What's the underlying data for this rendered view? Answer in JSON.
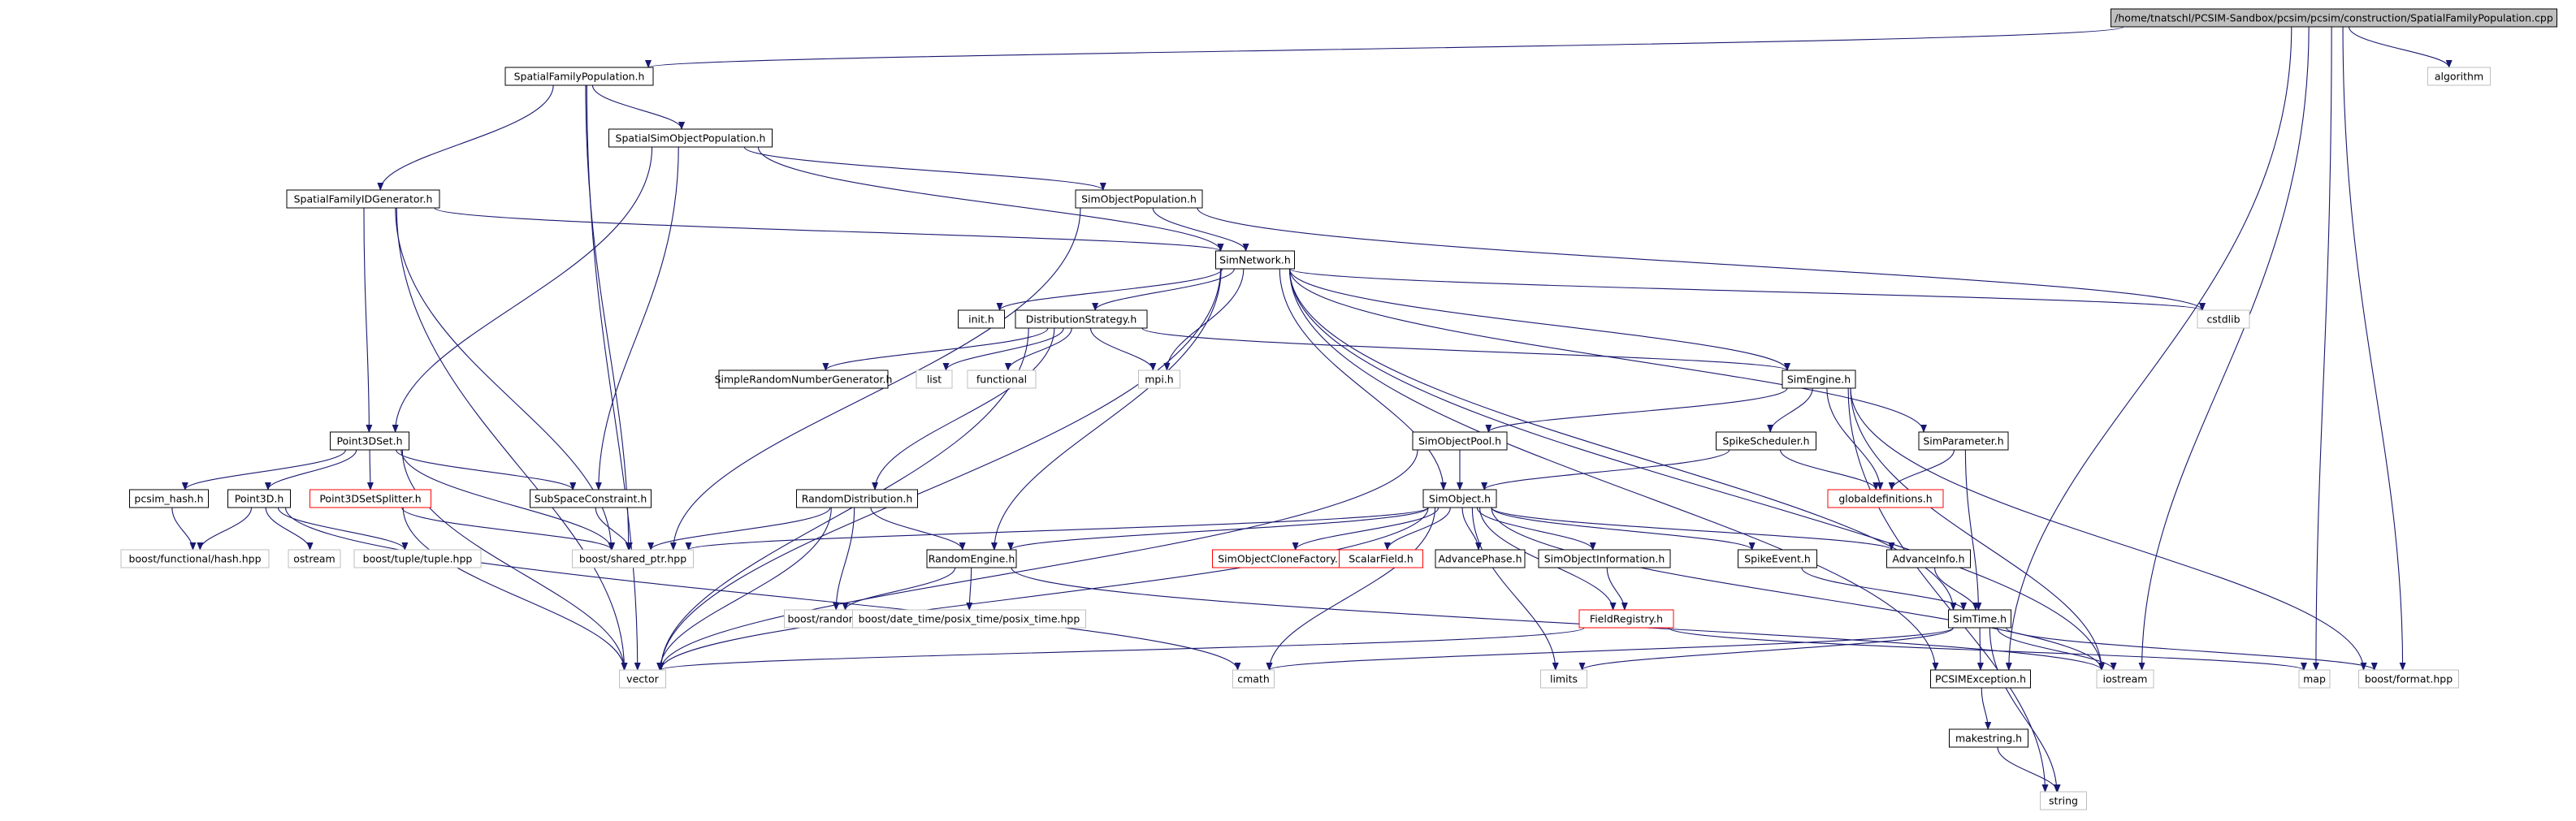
{
  "graph": {
    "root": "/home/tnatschl/PCSIM-Sandbox/pcsim/pcsim/construction/SpatialFamilyPopulation.cpp",
    "colors": {
      "edge": "#191970",
      "root_fill": "#bfbfbf",
      "documented_border": "#000000",
      "undocumented_border": "#ff0000",
      "system_border": "#bfbfbf",
      "text": "#000000"
    },
    "nodes": [
      {
        "id": "root",
        "label": "/home/tnatschl/PCSIM-Sandbox/pcsim/pcsim/construction/SpatialFamilyPopulation.cpp",
        "kind": "root"
      },
      {
        "id": "algorithm",
        "label": "algorithm",
        "kind": "system"
      },
      {
        "id": "sfp",
        "label": "SpatialFamilyPopulation.h",
        "kind": "doc"
      },
      {
        "id": "ssop",
        "label": "SpatialSimObjectPopulation.h",
        "kind": "doc"
      },
      {
        "id": "sfidg",
        "label": "SpatialFamilyIDGenerator.h",
        "kind": "doc"
      },
      {
        "id": "sop",
        "label": "SimObjectPopulation.h",
        "kind": "doc"
      },
      {
        "id": "simnet",
        "label": "SimNetwork.h",
        "kind": "doc"
      },
      {
        "id": "cstdlib",
        "label": "cstdlib",
        "kind": "system"
      },
      {
        "id": "inith",
        "label": "init.h",
        "kind": "doc"
      },
      {
        "id": "diststrat",
        "label": "DistributionStrategy.h",
        "kind": "doc"
      },
      {
        "id": "srng",
        "label": "SimpleRandomNumberGenerator.h",
        "kind": "doc"
      },
      {
        "id": "list",
        "label": "list",
        "kind": "system"
      },
      {
        "id": "functional",
        "label": "functional",
        "kind": "system"
      },
      {
        "id": "mpih",
        "label": "mpi.h",
        "kind": "system"
      },
      {
        "id": "simengine",
        "label": "SimEngine.h",
        "kind": "doc"
      },
      {
        "id": "p3dset",
        "label": "Point3DSet.h",
        "kind": "doc"
      },
      {
        "id": "pcsimhash",
        "label": "pcsim_hash.h",
        "kind": "doc"
      },
      {
        "id": "p3d",
        "label": "Point3D.h",
        "kind": "doc"
      },
      {
        "id": "p3dsplit",
        "label": "Point3DSetSplitter.h",
        "kind": "undoc"
      },
      {
        "id": "subspace",
        "label": "SubSpaceConstraint.h",
        "kind": "doc"
      },
      {
        "id": "bfhash",
        "label": "boost/functional/hash.hpp",
        "kind": "system"
      },
      {
        "id": "ostream",
        "label": "ostream",
        "kind": "system"
      },
      {
        "id": "btuple",
        "label": "boost/tuple/tuple.hpp",
        "kind": "system"
      },
      {
        "id": "bshared",
        "label": "boost/shared_ptr.hpp",
        "kind": "system"
      },
      {
        "id": "simobjpool",
        "label": "SimObjectPool.h",
        "kind": "doc"
      },
      {
        "id": "spikesched",
        "label": "SpikeScheduler.h",
        "kind": "doc"
      },
      {
        "id": "simparam",
        "label": "SimParameter.h",
        "kind": "doc"
      },
      {
        "id": "globaldefs",
        "label": "globaldefinitions.h",
        "kind": "undoc"
      },
      {
        "id": "randdist",
        "label": "RandomDistribution.h",
        "kind": "doc"
      },
      {
        "id": "simobject",
        "label": "SimObject.h",
        "kind": "doc"
      },
      {
        "id": "randeng",
        "label": "RandomEngine.h",
        "kind": "doc"
      },
      {
        "id": "socf",
        "label": "SimObjectCloneFactory.h",
        "kind": "undoc"
      },
      {
        "id": "scalarfield",
        "label": "ScalarField.h",
        "kind": "undoc"
      },
      {
        "id": "advphase",
        "label": "AdvancePhase.h",
        "kind": "doc"
      },
      {
        "id": "soinfo",
        "label": "SimObjectInformation.h",
        "kind": "doc"
      },
      {
        "id": "spikeevent",
        "label": "SpikeEvent.h",
        "kind": "doc"
      },
      {
        "id": "advinfo",
        "label": "AdvanceInfo.h",
        "kind": "doc"
      },
      {
        "id": "brandom",
        "label": "boost/random.hpp",
        "kind": "system"
      },
      {
        "id": "bposix",
        "label": "boost/date_time/posix_time/posix_time.hpp",
        "kind": "system"
      },
      {
        "id": "fieldreg",
        "label": "FieldRegistry.h",
        "kind": "undoc"
      },
      {
        "id": "simtime",
        "label": "SimTime.h",
        "kind": "doc"
      },
      {
        "id": "vector",
        "label": "vector",
        "kind": "system"
      },
      {
        "id": "cmath",
        "label": "cmath",
        "kind": "system"
      },
      {
        "id": "limits",
        "label": "limits",
        "kind": "system"
      },
      {
        "id": "pcsimexc",
        "label": "PCSIMException.h",
        "kind": "doc"
      },
      {
        "id": "iostream",
        "label": "iostream",
        "kind": "system"
      },
      {
        "id": "map",
        "label": "map",
        "kind": "system"
      },
      {
        "id": "bformat",
        "label": "boost/format.hpp",
        "kind": "system"
      },
      {
        "id": "makestring",
        "label": "makestring.h",
        "kind": "doc"
      },
      {
        "id": "string",
        "label": "string",
        "kind": "system"
      }
    ],
    "edges": [
      [
        "root",
        "sfp"
      ],
      [
        "root",
        "algorithm"
      ],
      [
        "root",
        "pcsimexc"
      ],
      [
        "root",
        "iostream"
      ],
      [
        "root",
        "map"
      ],
      [
        "root",
        "bformat"
      ],
      [
        "sfp",
        "ssop"
      ],
      [
        "sfp",
        "sfidg"
      ],
      [
        "sfp",
        "bshared"
      ],
      [
        "sfp",
        "vector"
      ],
      [
        "ssop",
        "sop"
      ],
      [
        "ssop",
        "simnet"
      ],
      [
        "ssop",
        "p3dset"
      ],
      [
        "ssop",
        "subspace"
      ],
      [
        "sfidg",
        "simnet"
      ],
      [
        "sfidg",
        "p3dset"
      ],
      [
        "sfidg",
        "bshared"
      ],
      [
        "sfidg",
        "vector"
      ],
      [
        "sop",
        "simnet"
      ],
      [
        "sop",
        "bshared"
      ],
      [
        "sop",
        "cstdlib"
      ],
      [
        "simnet",
        "inith"
      ],
      [
        "simnet",
        "diststrat"
      ],
      [
        "simnet",
        "mpih"
      ],
      [
        "simnet",
        "simengine"
      ],
      [
        "simnet",
        "simobject"
      ],
      [
        "simnet",
        "randeng"
      ],
      [
        "simnet",
        "simparam"
      ],
      [
        "simnet",
        "simtime"
      ],
      [
        "simnet",
        "pcsimexc"
      ],
      [
        "simnet",
        "vector"
      ],
      [
        "simnet",
        "cstdlib"
      ],
      [
        "simnet",
        "iostream"
      ],
      [
        "diststrat",
        "srng"
      ],
      [
        "diststrat",
        "list"
      ],
      [
        "diststrat",
        "functional"
      ],
      [
        "diststrat",
        "mpih"
      ],
      [
        "diststrat",
        "simengine"
      ],
      [
        "diststrat",
        "randdist"
      ],
      [
        "diststrat",
        "vector"
      ],
      [
        "simengine",
        "simobjpool"
      ],
      [
        "simengine",
        "spikesched"
      ],
      [
        "simengine",
        "globaldefs"
      ],
      [
        "simengine",
        "iostream"
      ],
      [
        "simengine",
        "string"
      ],
      [
        "simengine",
        "bformat"
      ],
      [
        "simparam",
        "globaldefs"
      ],
      [
        "simparam",
        "simtime"
      ],
      [
        "simobjpool",
        "simobject"
      ],
      [
        "simobjpool",
        "vector"
      ],
      [
        "spikesched",
        "simobject"
      ],
      [
        "spikesched",
        "globaldefs"
      ],
      [
        "p3dset",
        "pcsimhash"
      ],
      [
        "p3dset",
        "p3d"
      ],
      [
        "p3dset",
        "p3dsplit"
      ],
      [
        "p3dset",
        "subspace"
      ],
      [
        "p3dset",
        "bshared"
      ],
      [
        "p3dset",
        "vector"
      ],
      [
        "pcsimhash",
        "bfhash"
      ],
      [
        "p3d",
        "bfhash"
      ],
      [
        "p3d",
        "ostream"
      ],
      [
        "p3d",
        "btuple"
      ],
      [
        "p3d",
        "cmath"
      ],
      [
        "p3dsplit",
        "bshared"
      ],
      [
        "p3dsplit",
        "vector"
      ],
      [
        "subspace",
        "bshared"
      ],
      [
        "randdist",
        "randeng"
      ],
      [
        "randdist",
        "brandom"
      ],
      [
        "randdist",
        "bshared"
      ],
      [
        "randdist",
        "vector"
      ],
      [
        "randeng",
        "brandom"
      ],
      [
        "randeng",
        "bposix"
      ],
      [
        "randeng",
        "iostream"
      ],
      [
        "simobject",
        "socf"
      ],
      [
        "simobject",
        "scalarfield"
      ],
      [
        "simobject",
        "advphase"
      ],
      [
        "simobject",
        "soinfo"
      ],
      [
        "simobject",
        "spikeevent"
      ],
      [
        "simobject",
        "advinfo"
      ],
      [
        "simobject",
        "fieldreg"
      ],
      [
        "simobject",
        "randeng"
      ],
      [
        "simobject",
        "bshared"
      ],
      [
        "simobject",
        "vector"
      ],
      [
        "simobject",
        "limits"
      ],
      [
        "simobject",
        "cmath"
      ],
      [
        "simobject",
        "iostream"
      ],
      [
        "soinfo",
        "fieldreg"
      ],
      [
        "spikeevent",
        "simtime"
      ],
      [
        "advinfo",
        "simtime"
      ],
      [
        "fieldreg",
        "vector"
      ],
      [
        "fieldreg",
        "map"
      ],
      [
        "simtime",
        "pcsimexc"
      ],
      [
        "simtime",
        "iostream"
      ],
      [
        "simtime",
        "cmath"
      ],
      [
        "simtime",
        "limits"
      ],
      [
        "simtime",
        "string"
      ],
      [
        "simtime",
        "bformat"
      ],
      [
        "pcsimexc",
        "makestring"
      ],
      [
        "makestring",
        "string"
      ]
    ]
  }
}
